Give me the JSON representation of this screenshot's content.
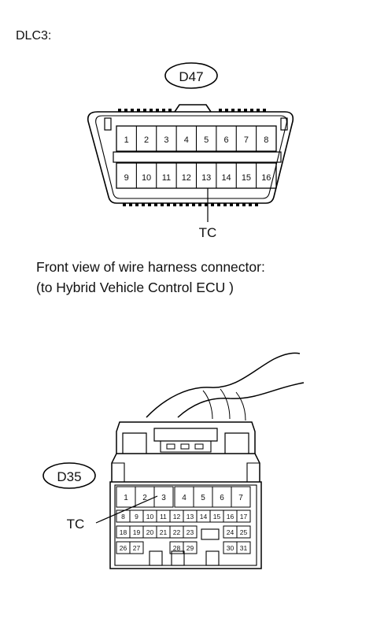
{
  "title": "DLC3:",
  "dlc3": {
    "label": "D47",
    "pins_top": [
      "1",
      "2",
      "3",
      "4",
      "5",
      "6",
      "7",
      "8"
    ],
    "pins_bottom": [
      "9",
      "10",
      "11",
      "12",
      "13",
      "14",
      "15",
      "16"
    ],
    "callout": "TC"
  },
  "description": {
    "line1": "Front view of wire harness connector:",
    "line2": "(to Hybrid Vehicle Control ECU )"
  },
  "ecu": {
    "label": "D35",
    "row1": [
      "1",
      "2",
      "3",
      "4",
      "5",
      "6",
      "7"
    ],
    "row2": [
      "8",
      "9",
      "10",
      "11",
      "12",
      "13",
      "14",
      "15",
      "16",
      "17"
    ],
    "row3": [
      "18",
      "19",
      "20",
      "21",
      "22",
      "23",
      "",
      "24",
      "25"
    ],
    "row4": [
      "26",
      "27",
      "",
      "28",
      "29",
      "",
      "30",
      "31"
    ],
    "callout": "TC"
  }
}
